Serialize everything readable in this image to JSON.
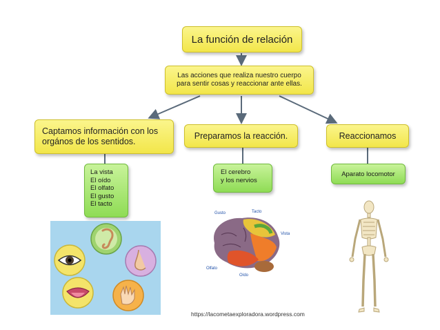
{
  "title": "La función de relación",
  "description": "Las acciones que realiza nuestro cuerpo para sentir cosas y reaccionar ante ellas.",
  "nodes": [
    {
      "label": "Captamos información con los orgános de los sentidos."
    },
    {
      "label": "Preparamos la reacción."
    },
    {
      "label": "Reaccionamos"
    }
  ],
  "details": {
    "senses": [
      "La vista",
      "El oído",
      "El olfato",
      "El gusto",
      "El tacto"
    ],
    "brain": [
      "El cerebro",
      "y los nervios"
    ],
    "locomotor": "Aparato locomotor"
  },
  "brain_labels": {
    "gusto": "Gusto",
    "tacto": "Tacto",
    "vista": "Vista",
    "olfato": "Olfato",
    "oido": "Oído"
  },
  "credit": "https://lacometaexploradora.wordpress.com",
  "colors": {
    "box_yellow": "#f2e64a",
    "box_green": "#8fdc55",
    "arrow": "#5a6a7a",
    "senses_bg": "#a9d6ee"
  }
}
